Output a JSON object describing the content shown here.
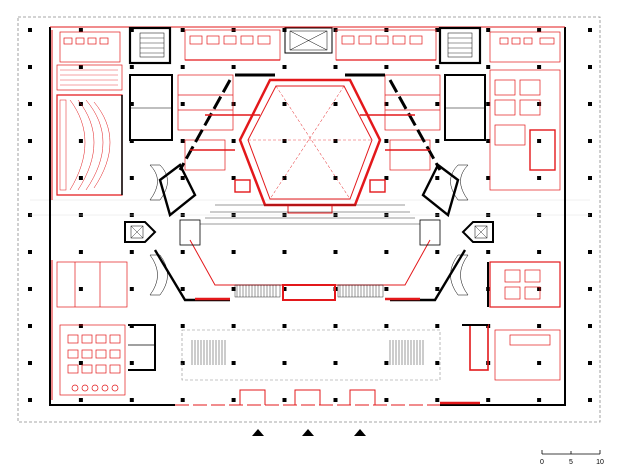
{
  "drawing": {
    "type": "architectural-floor-plan",
    "colors": {
      "existing_walls": "#000000",
      "new_walls": "#e3181b",
      "dashed_outline": "#8a8a8a",
      "columns": "#000000",
      "background": "#ffffff"
    },
    "scale_bar": {
      "labels": [
        "0",
        "5",
        "10"
      ],
      "unit": "m"
    },
    "entrance_markers": 3,
    "column_grid": {
      "columns": 12,
      "rows": 11
    }
  }
}
